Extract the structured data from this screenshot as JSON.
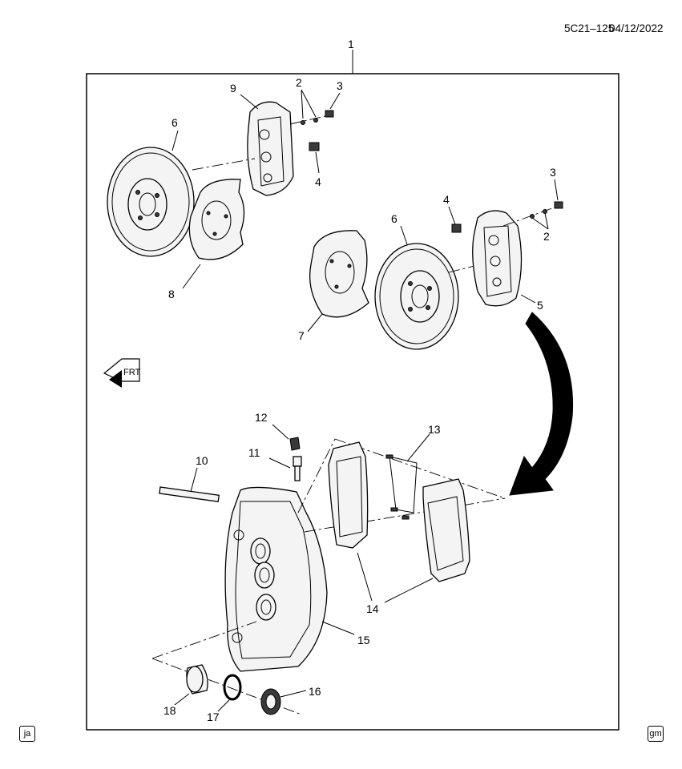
{
  "header": {
    "doc_id": "5C21–125",
    "date": "04/12/2022"
  },
  "direction_indicator": {
    "label": "FRT"
  },
  "callouts": {
    "c1": "1",
    "c2a": "2",
    "c2b": "2",
    "c3a": "3",
    "c3b": "3",
    "c4a": "4",
    "c4b": "4",
    "c5": "5",
    "c6a": "6",
    "c6b": "6",
    "c7": "7",
    "c8": "8",
    "c9": "9",
    "c10": "10",
    "c11": "11",
    "c12": "12",
    "c13": "13",
    "c14": "14",
    "c15": "15",
    "c16": "16",
    "c17": "17",
    "c18": "18"
  },
  "footer": {
    "left_badge": "ja",
    "right_badge": "gm"
  },
  "icons": [
    "rotor-icon",
    "caliper-icon",
    "dust-shield-icon",
    "brake-pad-icon",
    "bleeder-valve-icon",
    "piston-icon",
    "seal-ring-icon",
    "front-direction-arrow-icon"
  ]
}
